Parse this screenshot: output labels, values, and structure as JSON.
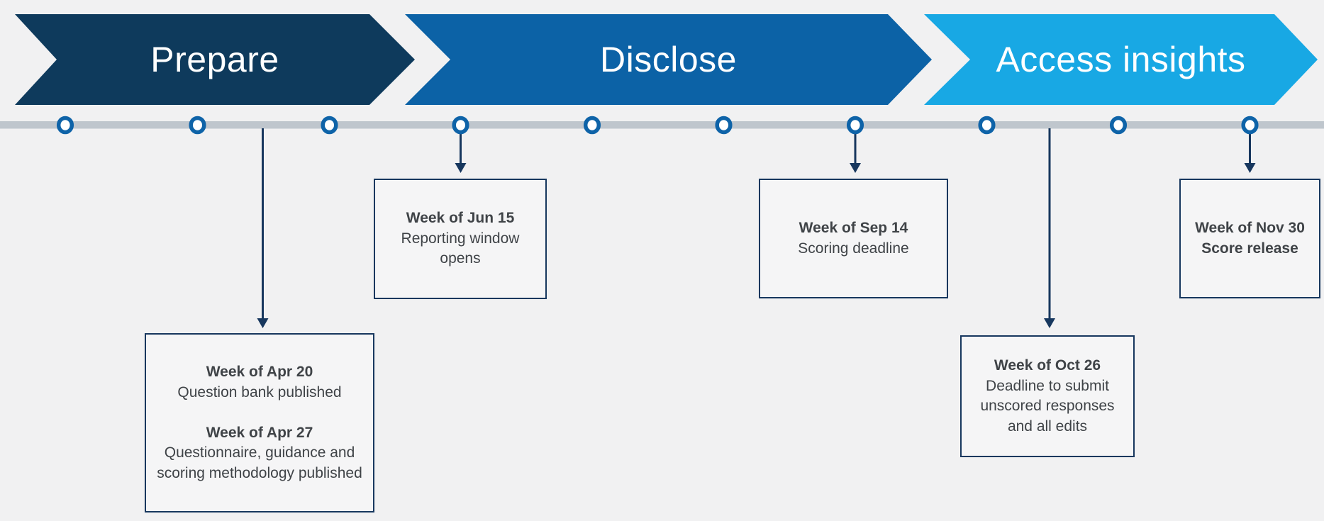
{
  "colors": {
    "background": "#F1F1F2",
    "phase_prepare": "#0E3A5C",
    "phase_disclose": "#0C62A6",
    "phase_access": "#18A8E4",
    "phase_label_text": "#FFFFFF",
    "timeline_line": "#BFC6CD",
    "marker_ring": "#0E63A8",
    "marker_fill": "#FFFFFF",
    "connector": "#17375E",
    "box_border": "#17375E",
    "box_fill": "#F5F5F6",
    "box_text": "#3F4347"
  },
  "phases": [
    {
      "label": "Prepare"
    },
    {
      "label": "Disclose"
    },
    {
      "label": "Access insights"
    }
  ],
  "timeline": {
    "marker_count": 10
  },
  "milestones": {
    "apr": {
      "entries": [
        {
          "date": "Week of Apr 20",
          "description": "Question bank published"
        },
        {
          "date": "Week of Apr 27",
          "description": "Questionnaire, guidance and scoring methodology published"
        }
      ]
    },
    "jun": {
      "date": "Week of Jun 15",
      "description": "Reporting window opens"
    },
    "sep": {
      "date": "Week of Sep 14",
      "description": "Scoring deadline"
    },
    "oct": {
      "date": "Week of Oct 26",
      "description": "Deadline to submit unscored responses and all edits"
    },
    "nov": {
      "date": "Week of Nov 30",
      "description": "Score release"
    }
  }
}
